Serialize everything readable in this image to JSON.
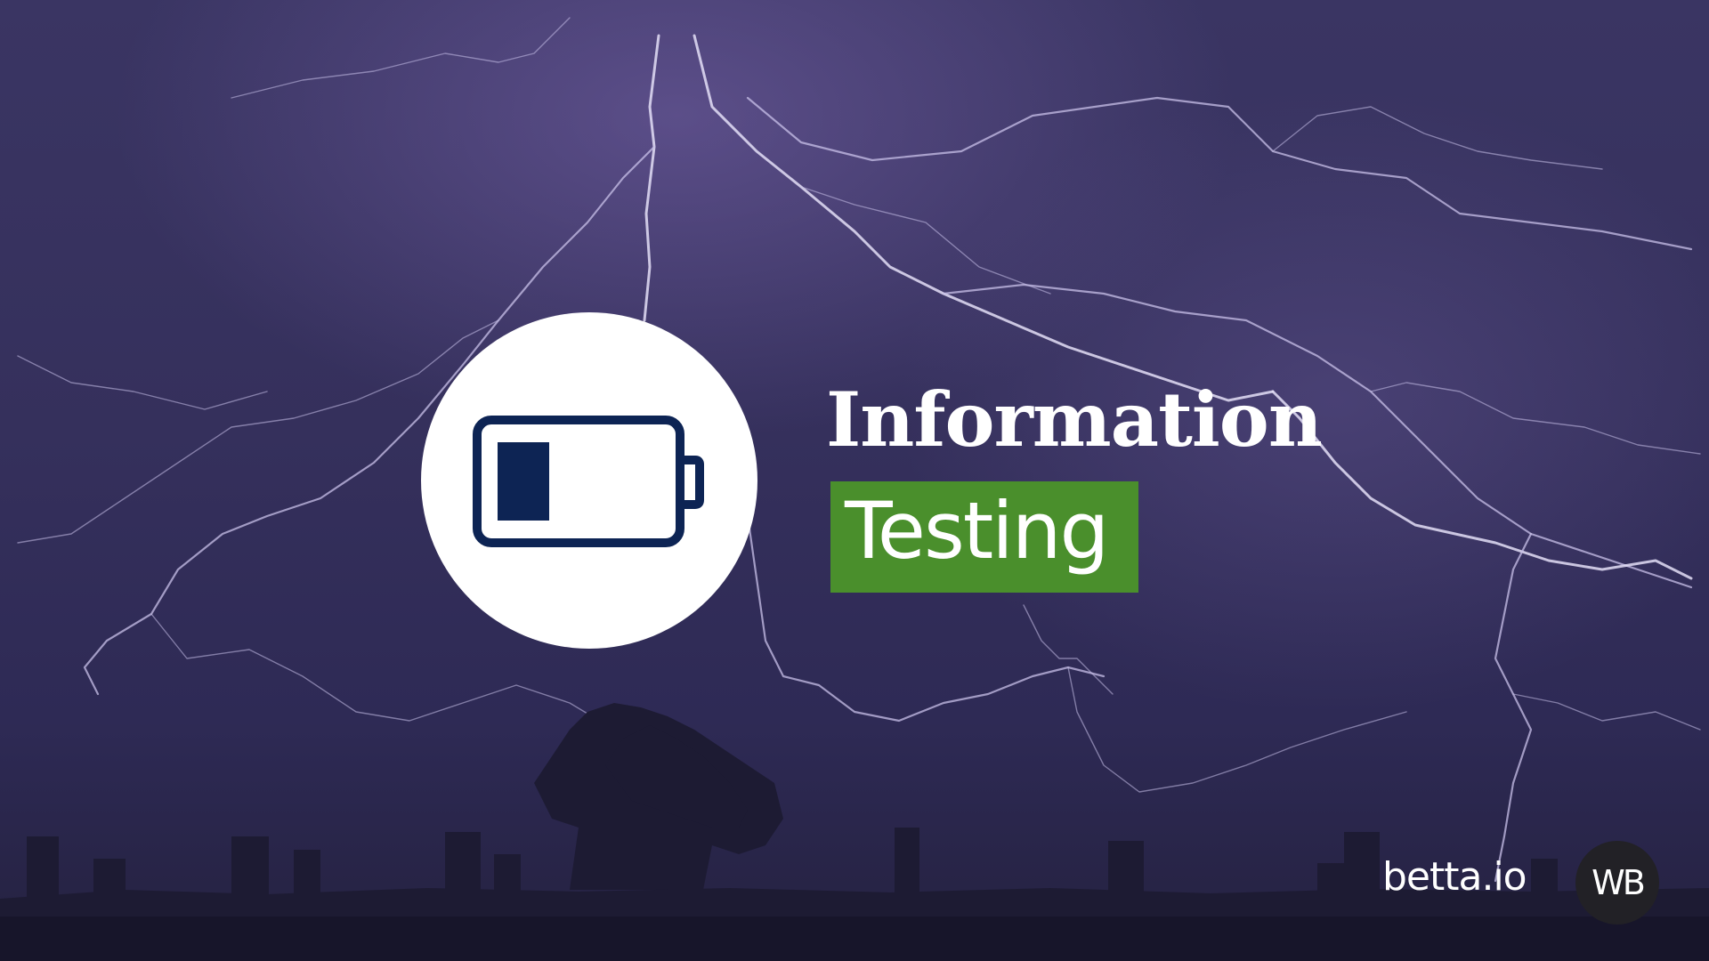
{
  "slide": {
    "title": "Information",
    "subtitle": "Testing",
    "icon": "battery-low-icon",
    "brand": "betta.io",
    "logo_text": "WB"
  },
  "colors": {
    "background": "#2c2a52",
    "lightning": "#c9c1ea",
    "icon_circle": "#ffffff",
    "battery": "#0d2454",
    "subtitle_badge": "#4a8f2c",
    "text": "#ffffff",
    "logo_badge": "#222126"
  }
}
